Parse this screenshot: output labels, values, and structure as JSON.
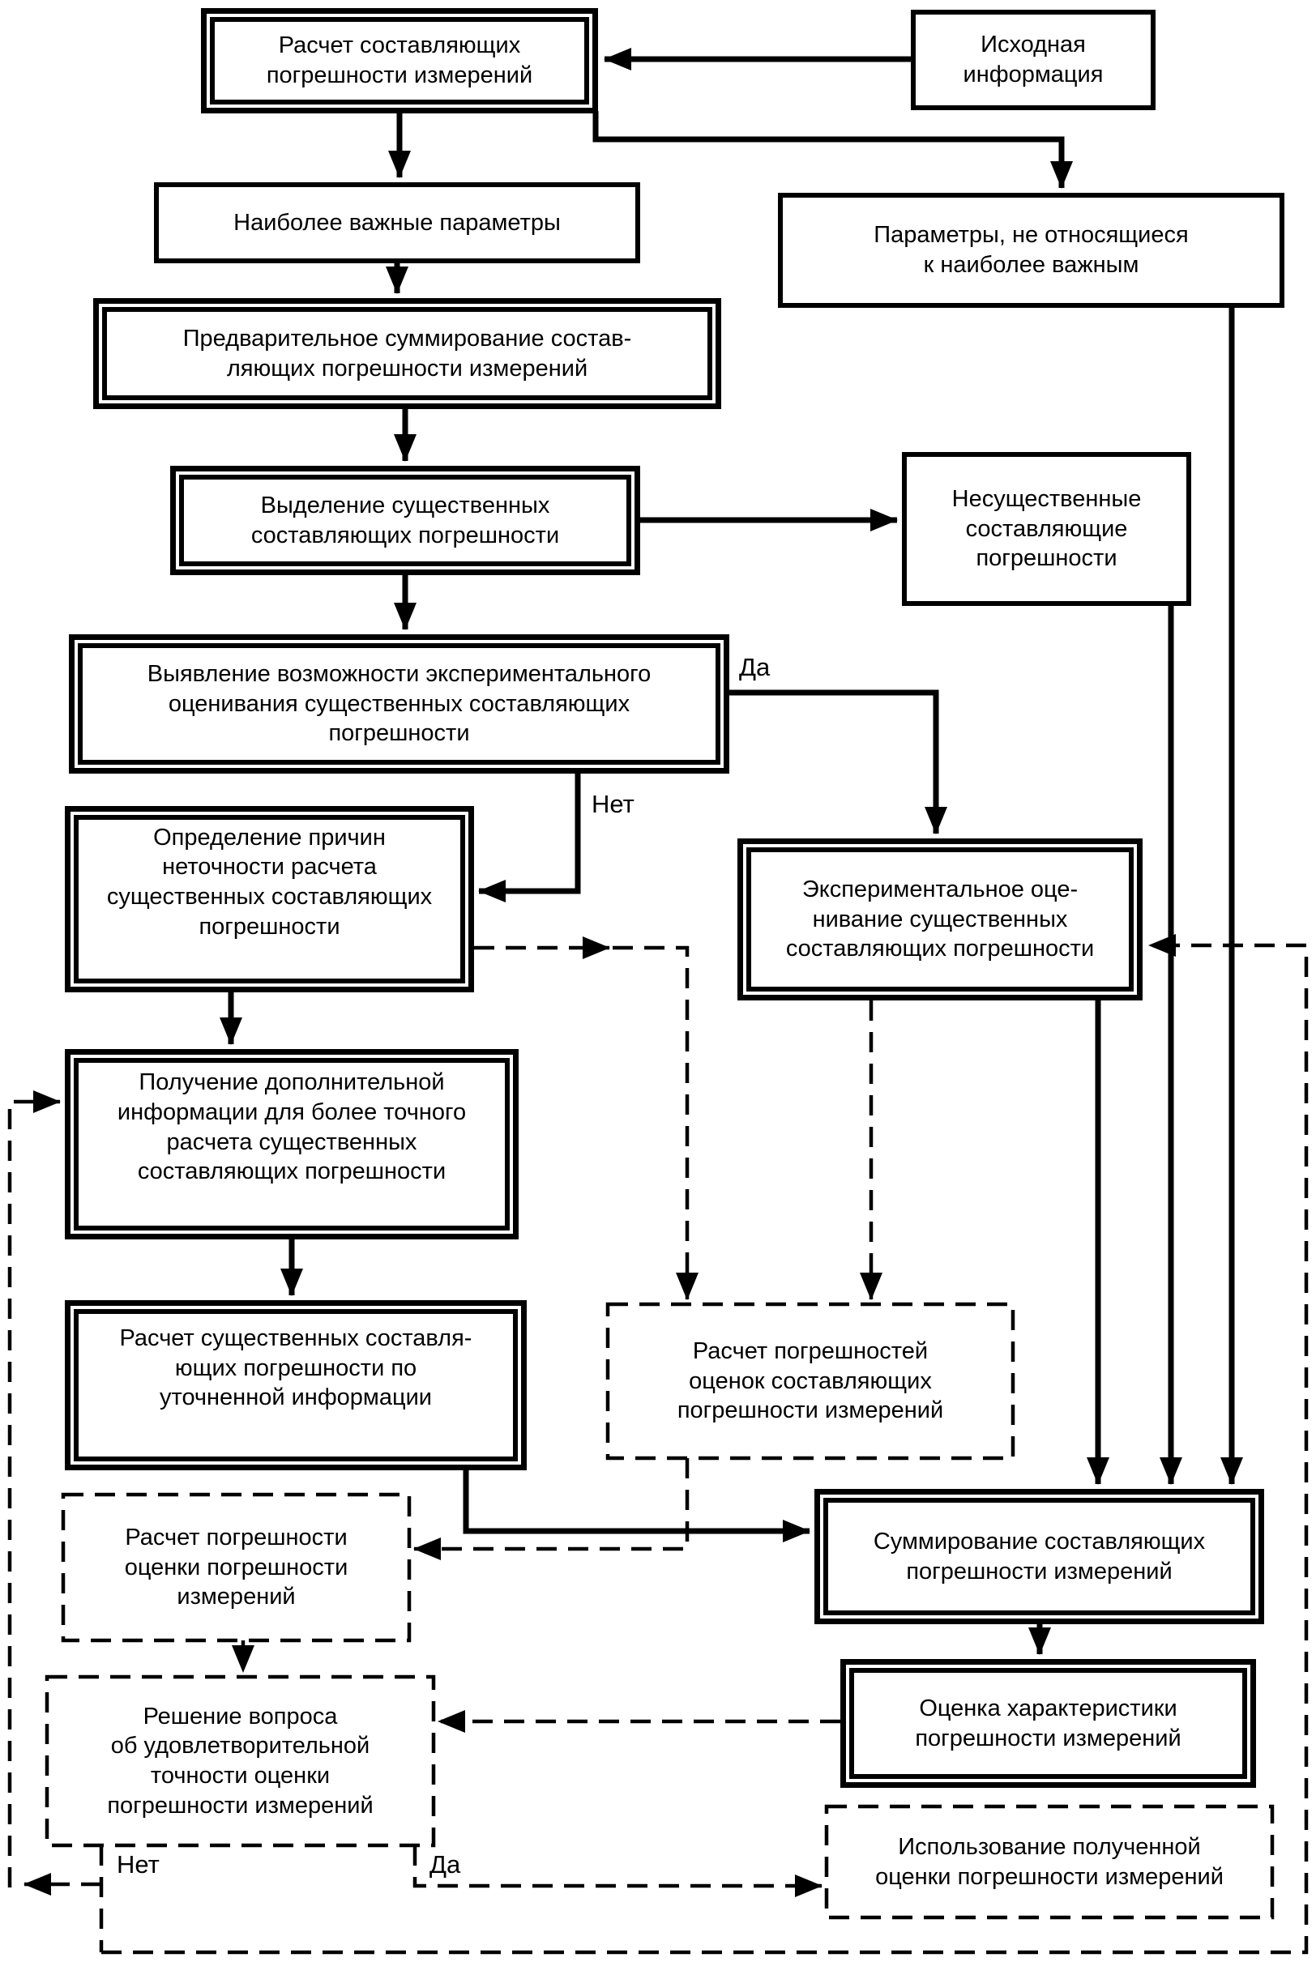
{
  "diagram": {
    "colors": {
      "line": "#000000",
      "background": "#ffffff"
    },
    "edge_labels": {
      "yes_top": "Да",
      "no_top": "Нет",
      "no_bottom": "Нет",
      "yes_bottom": "Да"
    },
    "nodes": {
      "calc": {
        "border": "double",
        "text": "Расчет составляющих\nпогрешности измерений"
      },
      "source": {
        "border": "single",
        "text": "Исходная\nинформация"
      },
      "important": {
        "border": "single",
        "text": "Наиболее важные параметры"
      },
      "notimportant": {
        "border": "single",
        "text": "Параметры, не относящиеся\nк наиболее важным"
      },
      "presum": {
        "border": "double",
        "text": "Предварительное суммирование состав-\nляющих погрешности измерений"
      },
      "select": {
        "border": "double",
        "text": "Выделение существенных\nсоставляющих погрешности"
      },
      "insign": {
        "border": "single",
        "text": "Несущественные\nсоставляющие\nпогрешности"
      },
      "ident": {
        "border": "double",
        "text": "Выявление возможности экспериментального\nоценивания существенных составляющих\nпогрешности"
      },
      "causes": {
        "border": "double",
        "text": "Определение причин\nнеточности расчета\nсущественных составляющих\nпогрешности"
      },
      "exp": {
        "border": "double",
        "text": "Экспериментальное оце-\nнивание существенных\nсоставляющих погрешности"
      },
      "addinfo": {
        "border": "double",
        "text": "Получение дополнительной\nинформации для более точного\nрасчета существенных\nсоставляющих погрешности"
      },
      "recalc": {
        "border": "double",
        "text": "Расчет существенных составля-\nющих погрешности по\nуточненной информации"
      },
      "calcerr": {
        "border": "dashed",
        "text": "Расчет погрешностей\nоценок составляющих\nпогрешности измерений"
      },
      "esterr": {
        "border": "dashed",
        "text": "Расчет погрешности\nоценки погрешности\nизмерений"
      },
      "sum": {
        "border": "double",
        "text": "Суммирование составляющих\nпогрешности измерений"
      },
      "eval": {
        "border": "double",
        "text": "Оценка характеристики\nпогрешности измерений"
      },
      "decision": {
        "border": "dashed",
        "text": "Решение вопроса\nоб удовлетворительной\nточности оценки\nпогрешности измерений"
      },
      "use": {
        "border": "dashed",
        "text": "Использование полученной\nоценки погрешности измерений"
      }
    }
  }
}
